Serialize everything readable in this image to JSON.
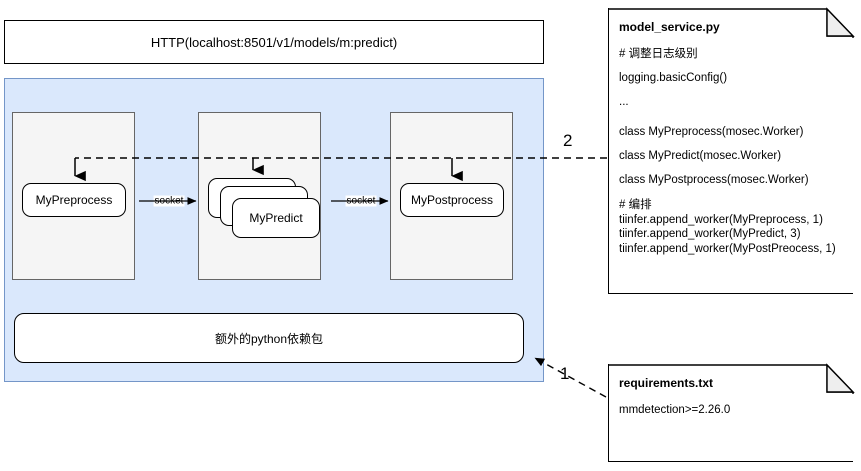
{
  "http_bar": {
    "label": "HTTP(localhost:8501/v1/models/m:predict)"
  },
  "service": {
    "panels": [
      {
        "name": "preprocess",
        "node_label": "MyPreprocess"
      },
      {
        "name": "predict",
        "node_label": "MyPredict"
      },
      {
        "name": "postprocess",
        "node_label": "MyPostprocess"
      }
    ],
    "socket_labels": [
      "socket",
      "socket"
    ],
    "deps_label": "额外的python依赖包"
  },
  "callouts": {
    "one": "1",
    "two": "2"
  },
  "notes": {
    "model_service": {
      "title": "model_service.py",
      "lines": [
        "# 调整日志级别",
        "logging.basicConfig()",
        "...",
        "",
        "class MyPreprocess(mosec.Worker)",
        "class MyPredict(mosec.Worker)",
        "class MyPostprocess(mosec.Worker)"
      ],
      "tight_lines": [
        "# 编排",
        "tiinfer.append_worker(MyPreprocess, 1)",
        "tiinfer.append_worker(MyPredict, 3)",
        "tiinfer.append_worker(MyPostPreocess, 1)"
      ]
    },
    "requirements": {
      "title": "requirements.txt",
      "lines": [
        "mmdetection>=2.26.0"
      ]
    }
  },
  "colors": {
    "container_fill": "#dae8fc",
    "container_border": "#7496c8",
    "panel_fill": "#f5f5f5",
    "panel_border": "#666666",
    "node_fill": "#ffffff",
    "stroke": "#000000",
    "fold_fill": "#eeeeee"
  }
}
